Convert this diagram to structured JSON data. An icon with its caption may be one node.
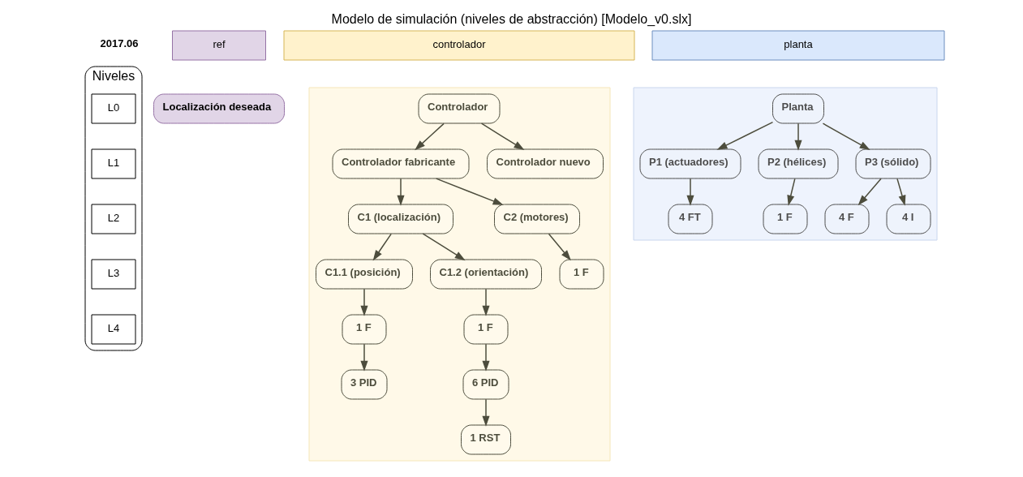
{
  "diagram": {
    "title": "Modelo de simulación (niveles de abstracción) [Modelo_v0.slx]",
    "nodes": [
      {
        "text": [
          "ref"
        ]
      },
      {
        "text": [
          "controlador"
        ]
      },
      {
        "text": [
          "planta"
        ]
      },
      {
        "text": [
          "Niveles"
        ]
      },
      {
        "text": [
          "L0"
        ],
        "in": 3
      },
      {
        "text": [
          "L1"
        ],
        "in": 3
      },
      {
        "text": [
          "L2"
        ],
        "in": 3
      },
      {
        "text": [
          "L3"
        ],
        "in": 3
      },
      {
        "text": [
          "L4"
        ],
        "in": 3
      },
      {
        "text": [
          "Localización deseada"
        ]
      },
      {
        "text": [],
        "shape": "box"
      },
      {
        "text": [
          "Controlador"
        ],
        "in": 10
      },
      {
        "text": [
          "Controlador fabricante"
        ],
        "in": 10
      },
      {
        "text": [
          "Controlador nuevo"
        ],
        "in": 10
      },
      {
        "text": [
          "C1 (localización)"
        ],
        "in": 10
      },
      {
        "text": [
          "C2 (motores)"
        ],
        "in": 10
      },
      {
        "text": [
          "C1.1 (posición)"
        ],
        "in": 10
      },
      {
        "text": [
          "C1.2 (orientación)"
        ],
        "in": 10
      },
      {
        "text": [
          "1 F"
        ],
        "in": 10
      },
      {
        "text": [
          "1 F"
        ],
        "in": 10
      },
      {
        "text": [
          "3 PID"
        ],
        "in": 10
      },
      {
        "text": [
          "1 F"
        ],
        "in": 10
      },
      {
        "text": [
          "6 PID"
        ],
        "in": 10
      },
      {
        "text": [
          "1 RST"
        ],
        "in": 10
      },
      {
        "text": [],
        "shape": "box"
      },
      {
        "text": [
          "Planta"
        ],
        "in": 24
      },
      {
        "text": [
          "P1 (actuadores)"
        ],
        "in": 24
      },
      {
        "text": [
          "P2 (hélices)"
        ],
        "in": 24
      },
      {
        "text": [
          "P3 (sólido)"
        ],
        "in": 24
      },
      {
        "text": [
          "4 FT"
        ],
        "in": 24
      },
      {
        "text": [
          "1 F"
        ],
        "in": 24
      },
      {
        "text": [
          "4 F"
        ],
        "in": 24
      },
      {
        "text": [
          "4 I"
        ],
        "in": 24
      }
    ],
    "edges": [
      {
        "from": 11,
        "to": 12,
        "arrow": "to"
      },
      {
        "from": 11,
        "to": 13,
        "arrow": "to"
      },
      {
        "from": 12,
        "to": 14,
        "arrow": "to"
      },
      {
        "from": 12,
        "to": 15,
        "arrow": "to"
      },
      {
        "from": 14,
        "to": 16,
        "arrow": "to"
      },
      {
        "from": 14,
        "to": 17,
        "arrow": "to"
      },
      {
        "from": 15,
        "to": 18,
        "arrow": "to"
      },
      {
        "from": 16,
        "to": 19,
        "arrow": "to"
      },
      {
        "from": 19,
        "to": 20,
        "arrow": "to"
      },
      {
        "from": 17,
        "to": 21,
        "arrow": "to"
      },
      {
        "from": 21,
        "to": 22,
        "arrow": "to"
      },
      {
        "from": 22,
        "to": 23,
        "arrow": "to"
      },
      {
        "from": 25,
        "to": 26,
        "arrow": "to"
      },
      {
        "from": 25,
        "to": 27,
        "arrow": "to"
      },
      {
        "from": 25,
        "to": 28,
        "arrow": "to"
      },
      {
        "from": 26,
        "to": 29,
        "arrow": "to"
      },
      {
        "from": 27,
        "to": 30,
        "arrow": "to"
      },
      {
        "from": 28,
        "to": 31,
        "arrow": "to"
      },
      {
        "from": 28,
        "to": 32,
        "arrow": "to"
      }
    ],
    "labels": [
      "2017.06"
    ]
  }
}
